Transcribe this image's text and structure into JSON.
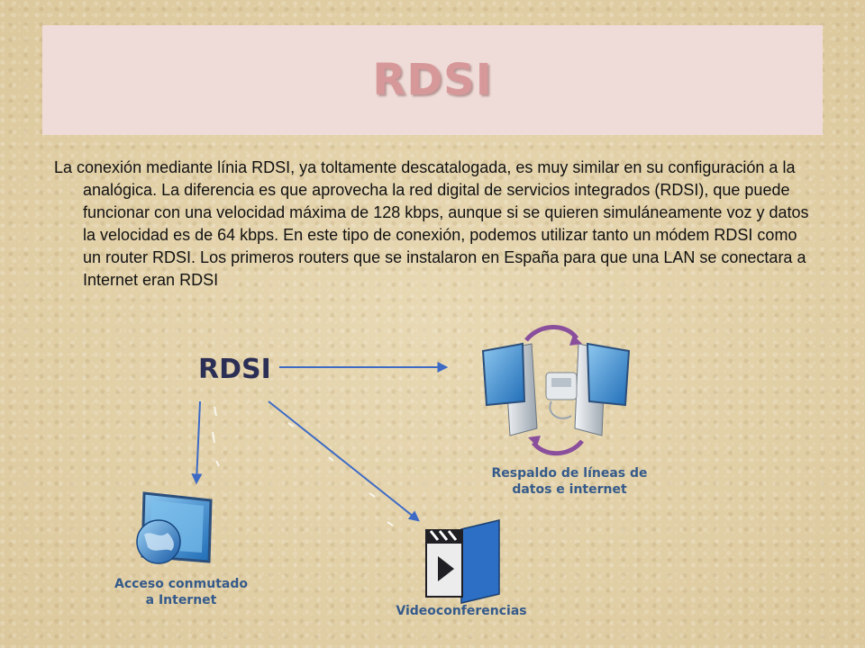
{
  "slide": {
    "title": "RDSI",
    "body": "La conexión mediante línia RDSI, ya toltamente descatalogada, es muy similar en su configuración a la analógica. La diferencia es que aprovecha la red digital de servicios integrados (RDSI), que puede funcionar con una velocidad máxima de 128 kbps, aunque si se quieren simuláneamente voz y datos la velocidad es de 64 kbps. En este tipo de conexión, podemos utilizar tanto un módem RDSI como un router RDSI. Los primeros routers que se instalaron en España para que una LAN se conectara a Internet eran RDSI"
  },
  "diagram": {
    "center_label": "RDSI",
    "nodes": {
      "backup": {
        "caption_line1": "Respaldo de líneas de",
        "caption_line2": "datos e internet",
        "icon": "two-computers-phone-icon"
      },
      "dialup": {
        "caption_line1": "Acceso conmutado",
        "caption_line2": "a Internet",
        "icon": "globe-monitor-icon"
      },
      "video": {
        "caption": "Videoconferencias",
        "icon": "video-clapper-icon"
      }
    },
    "colors": {
      "title": "#d7989a",
      "title_bg": "#efdcd8",
      "arrow": "#3d6ac4",
      "caption": "#355a8a",
      "label": "#2c2f55"
    }
  }
}
